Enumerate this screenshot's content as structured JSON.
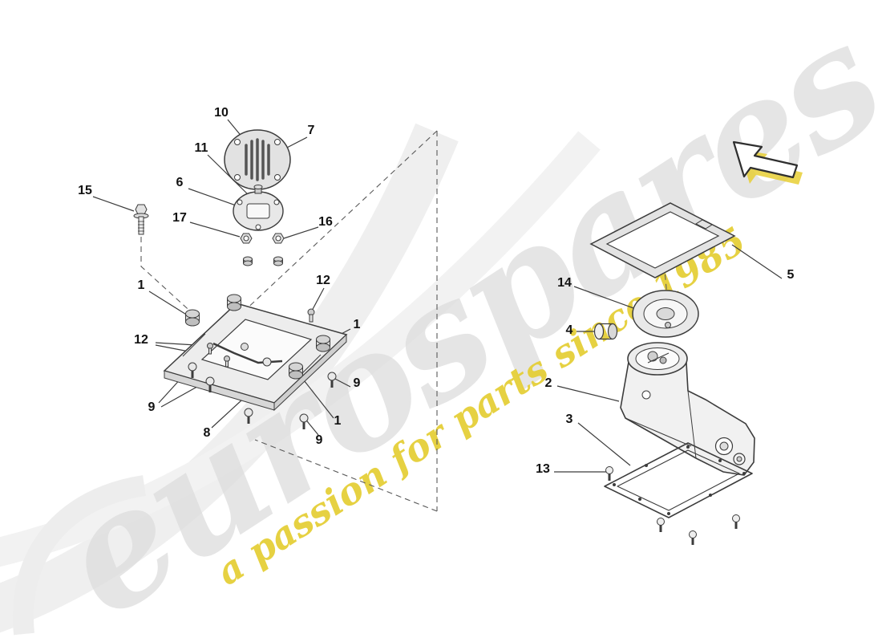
{
  "watermark": {
    "brand": "eurospares",
    "tagline": "a passion for parts since 1985",
    "brand_color": "#dcdcdc",
    "tagline_color": "#e4ce33"
  },
  "colors": {
    "line": "#3c3c3c",
    "background": "#ffffff",
    "arrow_shadow": "#e7cf35"
  },
  "labels": [
    {
      "text": "10"
    },
    {
      "text": "7"
    },
    {
      "text": "11"
    },
    {
      "text": "6"
    },
    {
      "text": "17"
    },
    {
      "text": "16"
    },
    {
      "text": "15"
    },
    {
      "text": "1"
    },
    {
      "text": "12"
    },
    {
      "text": "12"
    },
    {
      "text": "1"
    },
    {
      "text": "9"
    },
    {
      "text": "8"
    },
    {
      "text": "9"
    },
    {
      "text": "1"
    },
    {
      "text": "9"
    },
    {
      "text": "14"
    },
    {
      "text": "4"
    },
    {
      "text": "5"
    },
    {
      "text": "2"
    },
    {
      "text": "3"
    },
    {
      "text": "13"
    }
  ]
}
